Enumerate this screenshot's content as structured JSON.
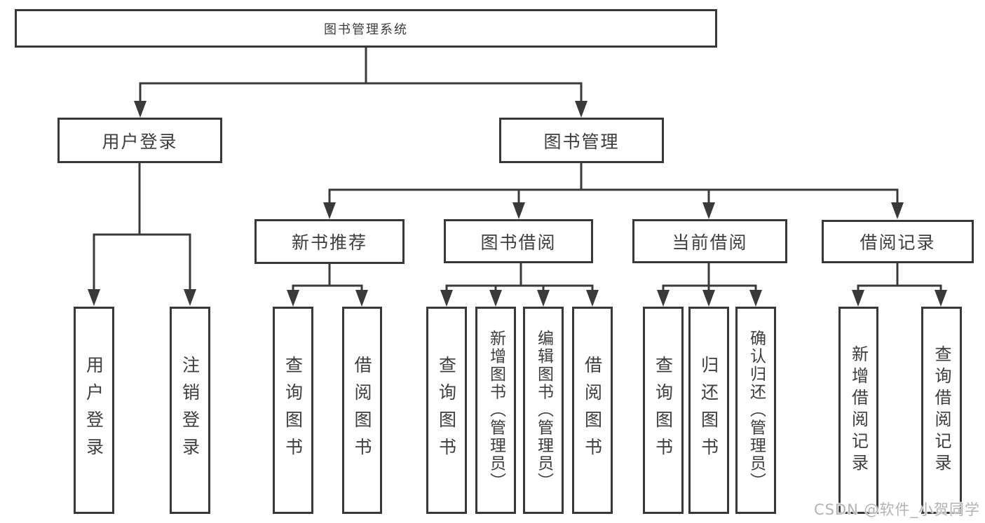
{
  "watermark": "CSDN @软件_小贺同学",
  "colors": {
    "line": "#3a3a3a",
    "border": "#383838",
    "text": "#3d3d3d",
    "watermark_text": "#b3b3b3",
    "background": "#ffffff"
  },
  "diagram": {
    "root": {
      "label": "图书管理系统"
    },
    "level2": [
      {
        "label": "用户登录"
      },
      {
        "label": "图书管理"
      }
    ],
    "level3": [
      {
        "label": "新书推荐",
        "parent": "图书管理"
      },
      {
        "label": "图书借阅",
        "parent": "图书管理"
      },
      {
        "label": "当前借阅",
        "parent": "图书管理"
      },
      {
        "label": "借阅记录",
        "parent": "图书管理"
      }
    ],
    "leaves": [
      {
        "label": "用户登录",
        "parent": "用户登录"
      },
      {
        "label": "注销登录",
        "parent": "用户登录"
      },
      {
        "label": "查询图书",
        "parent": "新书推荐"
      },
      {
        "label": "借阅图书",
        "parent": "新书推荐"
      },
      {
        "label": "查询图书",
        "parent": "图书借阅"
      },
      {
        "label": "新增图书（管理员）",
        "parent": "图书借阅"
      },
      {
        "label": "编辑图书（管理员）",
        "parent": "图书借阅"
      },
      {
        "label": "借阅图书",
        "parent": "图书借阅"
      },
      {
        "label": "查询图书",
        "parent": "当前借阅"
      },
      {
        "label": "归还图书",
        "parent": "当前借阅"
      },
      {
        "label": "确认归还（管理员）",
        "parent": "当前借阅"
      },
      {
        "label": "新增借阅记录",
        "parent": "借阅记录"
      },
      {
        "label": "查询借阅记录",
        "parent": "借阅记录"
      }
    ]
  }
}
